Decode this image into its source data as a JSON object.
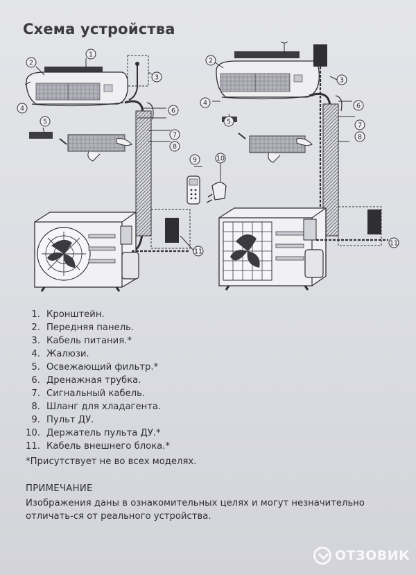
{
  "title": "Схема устройства",
  "callouts": [
    "1",
    "2",
    "3",
    "4",
    "5",
    "6",
    "7",
    "8",
    "9",
    "10",
    "11"
  ],
  "legend": [
    {
      "num": "1.",
      "text": "Кронштейн."
    },
    {
      "num": "2.",
      "text": "Передняя панель."
    },
    {
      "num": "3.",
      "text": "Кабель питания.*"
    },
    {
      "num": "4.",
      "text": "Жалюзи."
    },
    {
      "num": "5.",
      "text": "Освежающий фильтр.*"
    },
    {
      "num": "6.",
      "text": "Дренажная трубка."
    },
    {
      "num": "7.",
      "text": "Сигнальный кабель."
    },
    {
      "num": "8.",
      "text": "Шланг для хладагента."
    },
    {
      "num": "9.",
      "text": "Пульт ДУ."
    },
    {
      "num": "10.",
      "text": "Держатель пульта ДУ.*"
    },
    {
      "num": "11.",
      "text": "Кабель внешнего блока.*"
    }
  ],
  "footnote": "*Присутствует не во всех моделях.",
  "note": {
    "heading": "ПРИМЕЧАНИЕ",
    "text": "Изображения даны в ознакомительных целях и могут незначительно отличать-ся от реального устройства."
  },
  "watermark": "ОТЗОВИК"
}
